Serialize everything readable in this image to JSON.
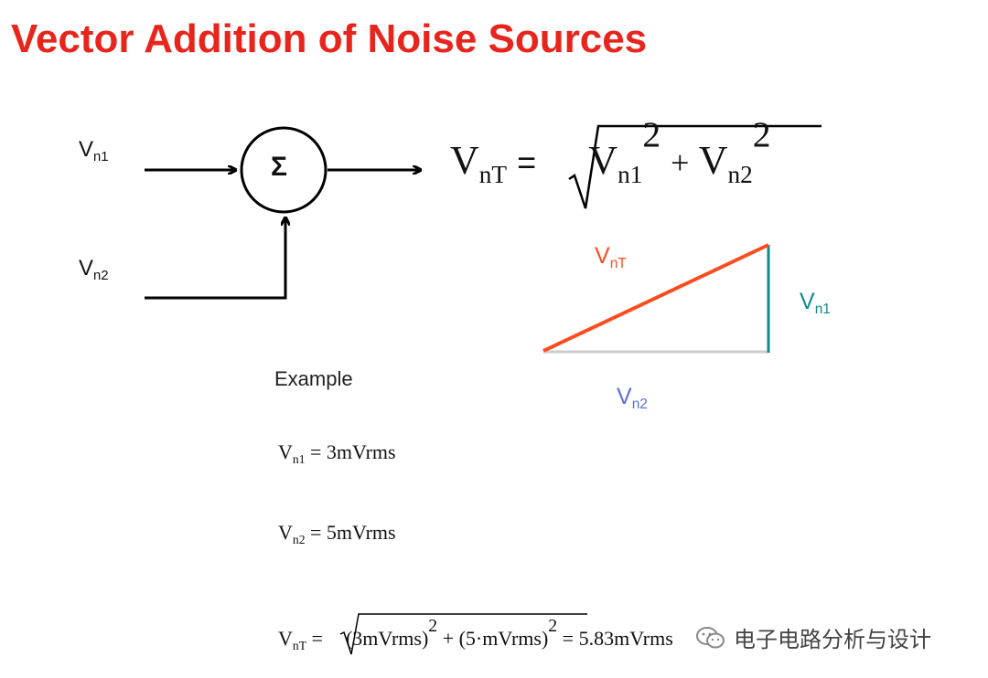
{
  "title": "Vector Addition of Noise Sources",
  "block_diagram": {
    "input1": {
      "base": "V",
      "sub": "n1"
    },
    "input2": {
      "base": "V",
      "sub": "n2"
    },
    "summer_symbol": "Σ"
  },
  "main_formula": {
    "lhs_base": "V",
    "lhs_sub": "nT",
    "equals": "=",
    "term1_base": "V",
    "term1_sub": "n1",
    "term1_exp": "2",
    "plus": "+",
    "term2_base": "V",
    "term2_sub": "n2",
    "term2_exp": "2"
  },
  "triangle": {
    "hypotenuse": {
      "base": "V",
      "sub": "nT",
      "color": "#ff4c1f"
    },
    "vertical": {
      "base": "V",
      "sub": "n1",
      "color": "#108a8f"
    },
    "horizontal": {
      "base": "V",
      "sub": "n2",
      "color": "#5a6fd8"
    },
    "base_line_color": "#cccccc"
  },
  "example": {
    "heading": "Example",
    "eq1": {
      "base": "V",
      "sub": "n1",
      "rhs": "= 3mVrms"
    },
    "eq2": {
      "base": "V",
      "sub": "n2",
      "rhs": "= 5mVrms"
    },
    "eq3": {
      "base": "V",
      "sub": "nT",
      "equals": "=",
      "term1": "(3mVrms)",
      "exp1": "2",
      "plus": "+",
      "term2": "(5·mVrms)",
      "exp2": "2",
      "result": "= 5.83mVrms"
    }
  },
  "watermark": {
    "text": "电子电路分析与设计",
    "icon": "wechat-icon"
  }
}
